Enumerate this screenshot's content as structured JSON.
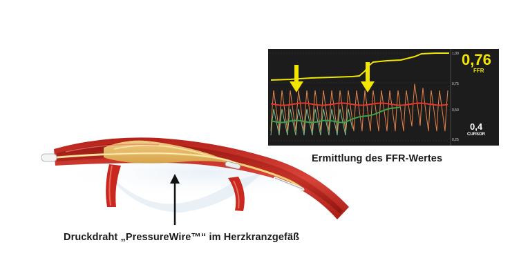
{
  "captions": {
    "ffr_measurement": "Ermittlung des FFR-Wertes",
    "pressure_wire": "Druckdraht „PressureWire™“ im Herzkranzgefäß"
  },
  "monitor": {
    "ffr_value": "0,76",
    "ffr_label": "FFR",
    "cursor_value": "0,4",
    "cursor_label": "CURSOR",
    "scale_ticks": [
      "1,00",
      "0,75",
      "0,50",
      "0,25"
    ]
  },
  "colors": {
    "monitor_background": "#1c1c1c",
    "ffr_trace": "#f2e600",
    "aortic_pressure": "#e8372a",
    "distal_pressure": "#3fa34d",
    "pressure_waveform": "#e8844a",
    "distal_waveform": "#7fc08a",
    "vessel_wall": "#c8281e",
    "plaque": "#e9c46a",
    "pointer_arrow": "#111111",
    "marker_arrow": "#f2e600"
  },
  "icons": {
    "marker": "down-arrow-icon",
    "pointer": "up-arrow-icon"
  }
}
